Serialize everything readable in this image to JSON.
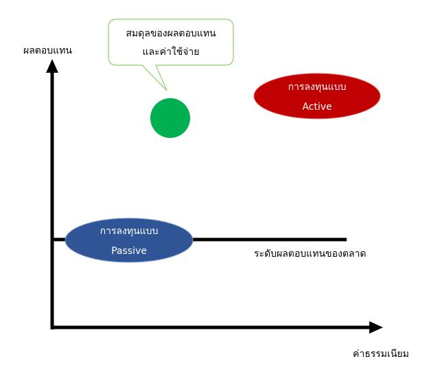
{
  "axes": {
    "y_label": "ผลตอบแทน",
    "x_label": "ค่าธรรมเนียม"
  },
  "market_line_label": "ระดับผลตอบแทนของตลาด",
  "callout": {
    "line1": "สมดุลของผลตอบแทน",
    "line2": "และค่าใช้จ่าย"
  },
  "active": {
    "line1": "การลงทุนแบบ",
    "line2": "Active",
    "color": "#c00000"
  },
  "passive": {
    "line1": "การลงทุนแบบ",
    "line2": "Passive",
    "color": "#2f5597"
  },
  "balance_point": {
    "color": "#00b050"
  }
}
